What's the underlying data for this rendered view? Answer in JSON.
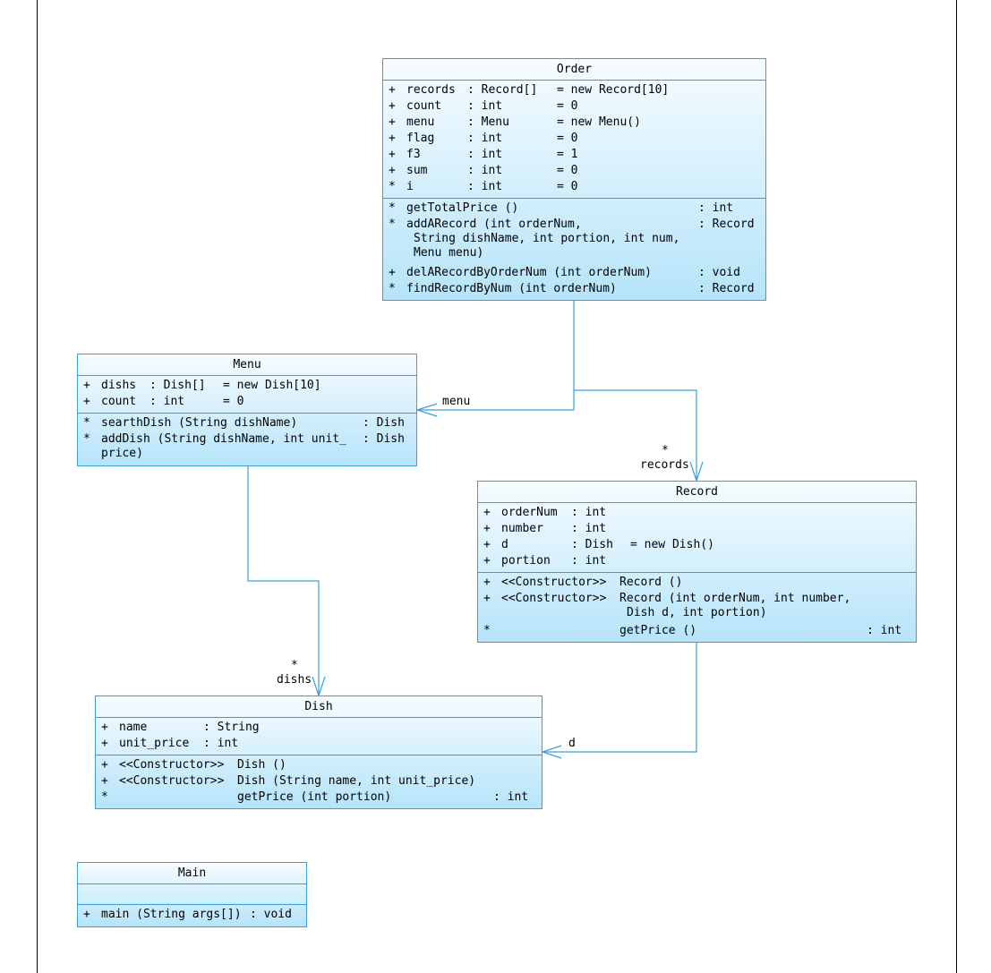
{
  "classes": {
    "order": {
      "name": "Order",
      "attributes": [
        {
          "vis": "+",
          "name": "records",
          "type": ": Record[]",
          "init": "= new Record[10]"
        },
        {
          "vis": "+",
          "name": "count",
          "type": ": int",
          "init": "= 0"
        },
        {
          "vis": "+",
          "name": "menu",
          "type": ": Menu",
          "init": "= new Menu()"
        },
        {
          "vis": "+",
          "name": "flag",
          "type": ": int",
          "init": "= 0"
        },
        {
          "vis": "+",
          "name": "f3",
          "type": ": int",
          "init": "= 1"
        },
        {
          "vis": "+",
          "name": "sum",
          "type": ": int",
          "init": "= 0"
        },
        {
          "vis": "*",
          "name": "i",
          "type": ": int",
          "init": "= 0"
        }
      ],
      "operations": [
        {
          "vis": "*",
          "sig": "getTotalPrice ()",
          "ret": ": int"
        },
        {
          "vis": "*",
          "sig": "addARecord (int orderNum,",
          "sig2": "String dishName, int portion, int num,",
          "sig3": "Menu menu)",
          "ret": ": Record"
        },
        {
          "vis": "+",
          "sig": "delARecordByOrderNum (int orderNum)",
          "ret": ": void"
        },
        {
          "vis": "*",
          "sig": "findRecordByNum (int orderNum)",
          "ret": ": Record"
        }
      ]
    },
    "menu": {
      "name": "Menu",
      "attributes": [
        {
          "vis": "+",
          "name": "dishs",
          "type": ": Dish[]",
          "init": "= new Dish[10]"
        },
        {
          "vis": "+",
          "name": "count",
          "type": ": int",
          "init": "= 0"
        }
      ],
      "operations": [
        {
          "vis": "*",
          "sig": "searthDish (String dishName)",
          "ret": ": Dish"
        },
        {
          "vis": "*",
          "sig": "addDish (String dishName, int unit_",
          "sig2": "price)",
          "ret": ": Dish"
        }
      ]
    },
    "record": {
      "name": "Record",
      "attributes": [
        {
          "vis": "+",
          "name": "orderNum",
          "type": ": int",
          "init": ""
        },
        {
          "vis": "+",
          "name": "number",
          "type": ": int",
          "init": ""
        },
        {
          "vis": "+",
          "name": "d",
          "type": ": Dish",
          "init": "= new Dish()"
        },
        {
          "vis": "+",
          "name": "portion",
          "type": ": int",
          "init": ""
        }
      ],
      "operations": [
        {
          "vis": "+",
          "stereo": "<<Constructor>>",
          "sig": "Record ()",
          "ret": ""
        },
        {
          "vis": "+",
          "stereo": "<<Constructor>>",
          "sig": "Record (int orderNum, int number,",
          "sig2": "Dish d, int portion)",
          "ret": ""
        },
        {
          "vis": "*",
          "stereo": "",
          "sig": "getPrice ()",
          "ret": ": int"
        }
      ]
    },
    "dish": {
      "name": "Dish",
      "attributes": [
        {
          "vis": "+",
          "name": "name",
          "type": ": String"
        },
        {
          "vis": "+",
          "name": "unit_price",
          "type": ": int"
        }
      ],
      "operations": [
        {
          "vis": "+",
          "stereo": "<<Constructor>>",
          "sig": "Dish ()",
          "ret": ""
        },
        {
          "vis": "+",
          "stereo": "<<Constructor>>",
          "sig": "Dish (String name, int unit_price)",
          "ret": ""
        },
        {
          "vis": "*",
          "stereo": "",
          "sig": "getPrice (int portion)",
          "ret": ": int"
        }
      ]
    },
    "main": {
      "name": "Main",
      "operations": [
        {
          "vis": "+",
          "sig": "main (String args[])",
          "ret": ": void"
        }
      ]
    }
  },
  "links": {
    "order_menu_role": "menu",
    "order_records_mult": "*",
    "order_records_role": "records",
    "menu_dishs_mult": "*",
    "menu_dishs_role": "dishs",
    "record_d_role": "d"
  },
  "colors": {
    "border": "#3a9fd8",
    "fill_top": "#f6fcff",
    "fill_bottom": "#b6e4fa",
    "connector": "#3a9fd8"
  }
}
